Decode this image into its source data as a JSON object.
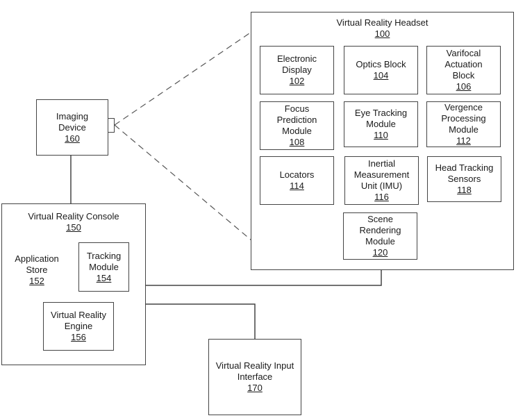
{
  "headset": {
    "name": "Virtual Reality Headset",
    "number": "100"
  },
  "headset_modules": [
    {
      "id": "electronic-display",
      "name": "Electronic\nDisplay",
      "number": "102"
    },
    {
      "id": "optics-block",
      "name": "Optics Block",
      "number": "104"
    },
    {
      "id": "varifocal-actuation-block",
      "name": "Varifocal\nActuation\nBlock",
      "number": "106"
    },
    {
      "id": "focus-prediction-module",
      "name": "Focus\nPrediction\nModule",
      "number": "108"
    },
    {
      "id": "eye-tracking-module",
      "name": "Eye Tracking\nModule",
      "number": "110"
    },
    {
      "id": "vergence-processing-module",
      "name": "Vergence\nProcessing\nModule",
      "number": "112"
    },
    {
      "id": "locators",
      "name": "Locators",
      "number": "114"
    },
    {
      "id": "inertial-measurement-unit",
      "name": "Inertial\nMeasurement\nUnit (IMU)",
      "number": "116"
    },
    {
      "id": "head-tracking-sensors",
      "name": "Head Tracking\nSensors",
      "number": "118"
    },
    {
      "id": "scene-rendering-module",
      "name": "Scene\nRendering\nModule",
      "number": "120"
    }
  ],
  "imaging_device": {
    "name": "Imaging\nDevice",
    "number": "160"
  },
  "console": {
    "name": "Virtual Reality Console",
    "number": "150"
  },
  "console_modules": [
    {
      "id": "application-store",
      "name": "Application\nStore",
      "number": "152"
    },
    {
      "id": "tracking-module",
      "name": "Tracking\nModule",
      "number": "154"
    },
    {
      "id": "virtual-reality-engine",
      "name": "Virtual Reality\nEngine",
      "number": "156"
    }
  ],
  "input_interface": {
    "name": "Virtual Reality Input\nInterface",
    "number": "170"
  }
}
